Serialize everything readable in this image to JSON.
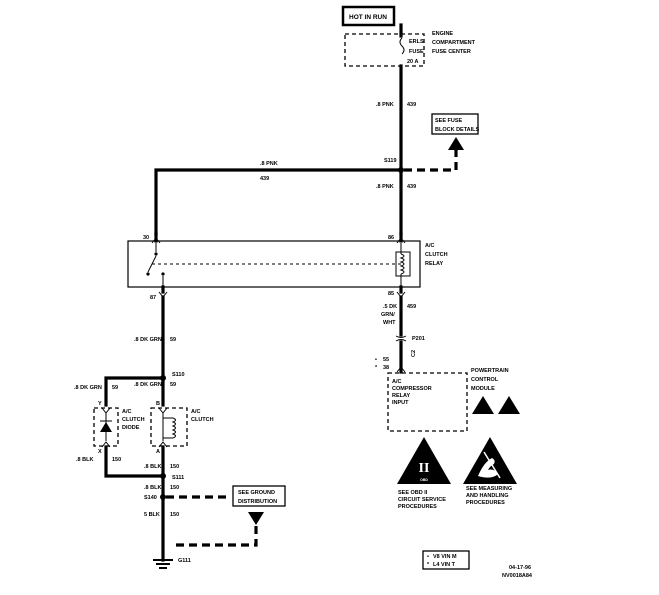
{
  "hot_in_run": "HOT IN RUN",
  "fuse_center": {
    "fuse_name": "ERLS",
    "fuse_word": "FUSE",
    "fuse_rating": "20 A",
    "label_line1": "ENGINE",
    "label_line2": "COMPARTMENT",
    "label_line3": "FUSE CENTER"
  },
  "wires": {
    "pnk_top_gauge": ".8 PNK",
    "pnk_top_circuit": "439",
    "pnk_left_gauge": ".8 PNK",
    "pnk_left_circuit": "439",
    "pnk_right_gauge": ".8 PNK",
    "pnk_right_circuit": "439",
    "dkgrn_upper_gauge": ".8 DK GRN",
    "dkgrn_upper_circuit": "59",
    "dkgrn_mid_gauge": ".8 DK GRN",
    "dkgrn_mid_circuit": "59",
    "dkgrn_left_gauge": ".8 DK GRN",
    "dkgrn_left_circuit": "59",
    "blk_left_gauge": ".8 BLK",
    "blk_left_circuit": "150",
    "blk_mid_gauge": ".8 BLK",
    "blk_mid_circuit": "150",
    "blk_lower_gauge": ".8 BLK",
    "blk_lower_circuit": "150",
    "blk_bottom_gauge": "5 BLK",
    "blk_bottom_circuit": "150",
    "grnwht_gauge_line1": ".5 DK",
    "grnwht_gauge_line2": "GRN/",
    "grnwht_gauge_line3": "WHT",
    "grnwht_circuit": "459"
  },
  "splices": {
    "s119": "S119",
    "s110": "S110",
    "s111": "S111",
    "s140": "S140",
    "g111": "G111"
  },
  "see_fuse_block": {
    "line1": "SEE FUSE",
    "line2": "BLOCK DETAILS"
  },
  "relay": {
    "pin30": "30",
    "pin86": "86",
    "pin87": "87",
    "pin85": "85",
    "label_line1": "A/C",
    "label_line2": "CLUTCH",
    "label_line3": "RELAY"
  },
  "connector_p201": {
    "name": "P201",
    "code": "C2",
    "pin_v8": "55",
    "pin_l4": "38",
    "mark_v8": "•",
    "mark_l4": "*"
  },
  "pcm": {
    "input_line1": "A/C",
    "input_line2": "COMPRESSOR",
    "input_line3": "RELAY",
    "input_line4": "INPUT",
    "label_line1": "POWERTRAIN",
    "label_line2": "CONTROL",
    "label_line3": "MODULE"
  },
  "diode": {
    "pin_top": "Y",
    "pin_bottom": "X",
    "label_line1": "A/C",
    "label_line2": "CLUTCH",
    "label_line3": "DIODE"
  },
  "clutch": {
    "pin_top": "B",
    "pin_bottom": "A",
    "label_line1": "A/C",
    "label_line2": "CLUTCH"
  },
  "ground_dist": {
    "line1": "SEE GROUND",
    "line2": "DISTRIBUTION"
  },
  "obd": {
    "symbol_text": "II",
    "mini_text": "OBD",
    "line1": "SEE OBD II",
    "line2": "CIRCUIT SERVICE",
    "line3": "PROCEDURES"
  },
  "esd": {
    "line1": "SEE MEASURING",
    "line2": "AND HANDLING",
    "line3": "PROCEDURES"
  },
  "legend": {
    "mark_v8": "•",
    "mark_l4": "*",
    "v8_text": "V8 VIN M",
    "l4_text": "L4 VIN T"
  },
  "footer": {
    "date": "04-17-96",
    "code": "NV0018A84"
  }
}
